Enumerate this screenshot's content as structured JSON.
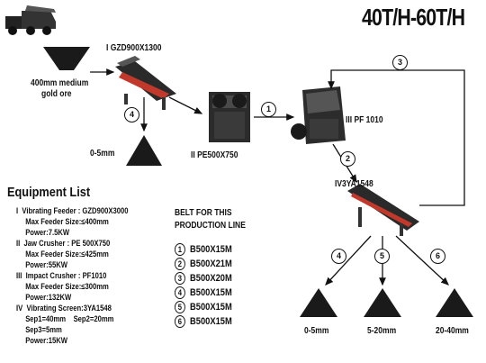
{
  "title": "40T/H-60T/H",
  "feed": {
    "label_line1": "400mm medium",
    "label_line2": "gold ore"
  },
  "machines": {
    "feeder": "I GZD900X1300",
    "jaw": "II PE500X750",
    "impact": "III PF 1010",
    "screen": "IV3YA1548"
  },
  "outputs": {
    "feeder_out": "0-5mm",
    "s1": "0-5mm",
    "s2": "5-20mm",
    "s3": "20-40mm"
  },
  "flow_numbers": [
    "1",
    "2",
    "3",
    "4",
    "4",
    "5",
    "6"
  ],
  "equipment": {
    "heading": "Equipment List",
    "items": [
      {
        "roman": "I",
        "lines": [
          "Vibrating Feeder : GZD900X3000",
          "Max Feeder Size:≤400mm",
          "Power:7.5KW"
        ]
      },
      {
        "roman": "II",
        "lines": [
          "Jaw Crusher : PE 500X750",
          "Max Feeder Size:≤425mm",
          "Power:55KW"
        ]
      },
      {
        "roman": "III",
        "lines": [
          "Impact Crusher : PF1010",
          "Max Feeder Size:≤300mm",
          "Power:132KW"
        ]
      },
      {
        "roman": "IV",
        "lines": [
          "Vibrating Screen:3YA1548",
          "Sep1=40mm    Sep2=20mm",
          "Sep3=5mm",
          "Power:15KW"
        ]
      }
    ]
  },
  "belts": {
    "heading_line1": "BELT FOR THIS",
    "heading_line2": "PRODUCTION LINE",
    "rows": [
      {
        "num": "1",
        "spec": "B500X15M"
      },
      {
        "num": "2",
        "spec": "B500X21M"
      },
      {
        "num": "3",
        "spec": "B500X20M"
      },
      {
        "num": "4",
        "spec": "B500X15M"
      },
      {
        "num": "5",
        "spec": "B500X15M"
      },
      {
        "num": "6",
        "spec": "B500X15M"
      }
    ]
  }
}
